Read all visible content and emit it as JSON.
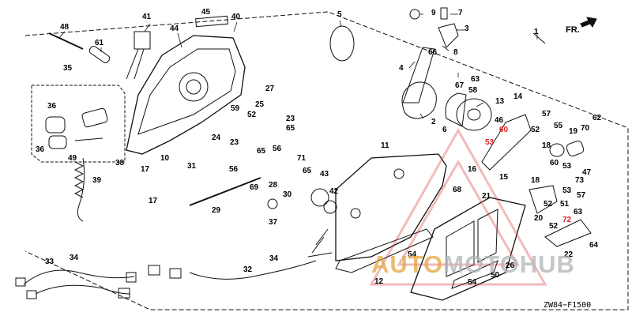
{
  "direction_label": "FR.",
  "footer_code": "ZW84−F1500",
  "watermark": {
    "part1": "AUTO",
    "part2": "MOTOHUB",
    "colors": {
      "part1": "#e6a640",
      "part2": "#b1b4b8",
      "logo": "#d22222"
    }
  },
  "callouts": [
    {
      "n": "1"
    },
    {
      "n": "2"
    },
    {
      "n": "3"
    },
    {
      "n": "4"
    },
    {
      "n": "5"
    },
    {
      "n": "6"
    },
    {
      "n": "7"
    },
    {
      "n": "8"
    },
    {
      "n": "9"
    },
    {
      "n": "10"
    },
    {
      "n": "11"
    },
    {
      "n": "12"
    },
    {
      "n": "13"
    },
    {
      "n": "14"
    },
    {
      "n": "15"
    },
    {
      "n": "16"
    },
    {
      "n": "17"
    },
    {
      "n": "17"
    },
    {
      "n": "18"
    },
    {
      "n": "18"
    },
    {
      "n": "19"
    },
    {
      "n": "20"
    },
    {
      "n": "21"
    },
    {
      "n": "22"
    },
    {
      "n": "23"
    },
    {
      "n": "23"
    },
    {
      "n": "24"
    },
    {
      "n": "25"
    },
    {
      "n": "26"
    },
    {
      "n": "27"
    },
    {
      "n": "28"
    },
    {
      "n": "29"
    },
    {
      "n": "30"
    },
    {
      "n": "31"
    },
    {
      "n": "32"
    },
    {
      "n": "33"
    },
    {
      "n": "34"
    },
    {
      "n": "34"
    },
    {
      "n": "35"
    },
    {
      "n": "36"
    },
    {
      "n": "36"
    },
    {
      "n": "37"
    },
    {
      "n": "38"
    },
    {
      "n": "39"
    },
    {
      "n": "40"
    },
    {
      "n": "41"
    },
    {
      "n": "42"
    },
    {
      "n": "43"
    },
    {
      "n": "44"
    },
    {
      "n": "45"
    },
    {
      "n": "46"
    },
    {
      "n": "47"
    },
    {
      "n": "48"
    },
    {
      "n": "49"
    },
    {
      "n": "50"
    },
    {
      "n": "51"
    },
    {
      "n": "52"
    },
    {
      "n": "52"
    },
    {
      "n": "52"
    },
    {
      "n": "52"
    },
    {
      "n": "53"
    },
    {
      "n": "53"
    },
    {
      "n": "53"
    },
    {
      "n": "54"
    },
    {
      "n": "54"
    },
    {
      "n": "55"
    },
    {
      "n": "56"
    },
    {
      "n": "56"
    },
    {
      "n": "57"
    },
    {
      "n": "57"
    },
    {
      "n": "58"
    },
    {
      "n": "59"
    },
    {
      "n": "60"
    },
    {
      "n": "60"
    },
    {
      "n": "61"
    },
    {
      "n": "62"
    },
    {
      "n": "63"
    },
    {
      "n": "63"
    },
    {
      "n": "64"
    },
    {
      "n": "65"
    },
    {
      "n": "65"
    },
    {
      "n": "65"
    },
    {
      "n": "66"
    },
    {
      "n": "67"
    },
    {
      "n": "68"
    },
    {
      "n": "69"
    },
    {
      "n": "70"
    },
    {
      "n": "71"
    },
    {
      "n": "72"
    },
    {
      "n": "73"
    }
  ]
}
